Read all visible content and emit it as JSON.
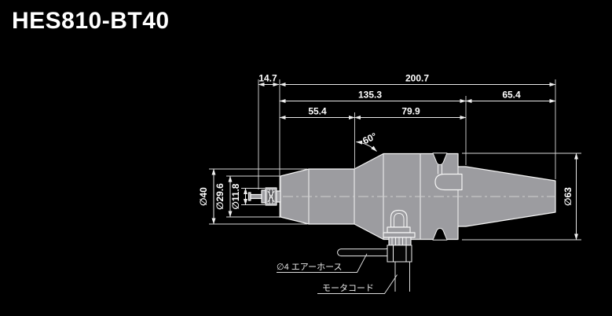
{
  "title": "HES810-BT40",
  "colors": {
    "background": "#000000",
    "line": "#ffffff",
    "body_fill": "#9c9ca0"
  },
  "dimensions": {
    "protrusion": "14.7",
    "total_length": "200.7",
    "body_length": "135.3",
    "shank_length": "65.4",
    "nose_length": "55.4",
    "mid_length": "79.9",
    "nose_taper_angle": "60°",
    "body_diameter": "∅40",
    "nose_diameter": "∅29.6",
    "collet_diameter": "∅11.8",
    "flange_diameter": "∅63"
  },
  "callouts": {
    "air_hose": "∅4 エアーホース",
    "motor_cord": "モータコード"
  }
}
